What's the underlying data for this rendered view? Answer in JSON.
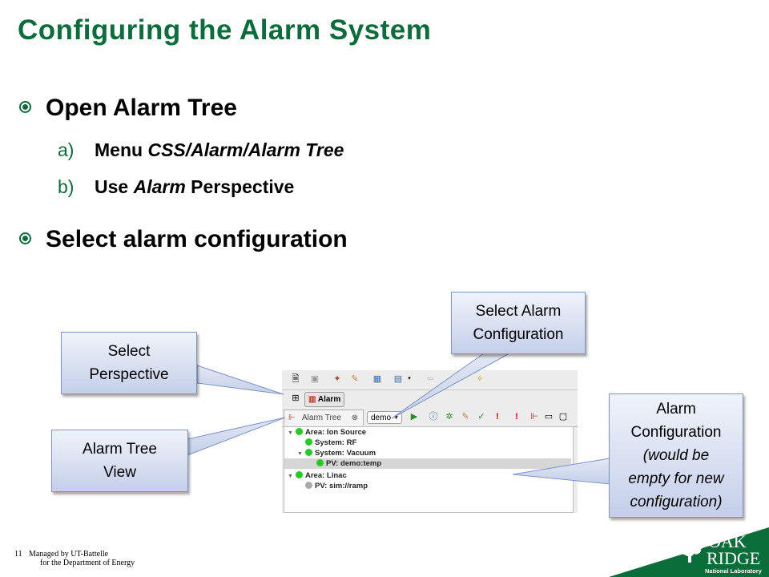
{
  "title": "Configuring the Alarm System",
  "bullets": [
    {
      "text": "Open Alarm Tree"
    },
    {
      "text": "Select alarm configuration"
    }
  ],
  "subitems": [
    {
      "marker": "a)",
      "prefix": "Menu ",
      "italic": "CSS/Alarm/Alarm Tree",
      "suffix": ""
    },
    {
      "marker": "b)",
      "prefix": "Use ",
      "italic": "Alarm",
      "suffix": " Perspective"
    }
  ],
  "callouts": {
    "select_perspective": [
      "Select",
      "Perspective"
    ],
    "alarm_tree_view": [
      "Alarm Tree",
      "View"
    ],
    "select_config": [
      "Select Alarm",
      "Configuration"
    ],
    "alarm_config": {
      "line1": "Alarm",
      "line2": "Configuration",
      "italic": [
        "(would be",
        "empty for new",
        "configuration)"
      ]
    }
  },
  "screenshot": {
    "perspective_tab": "Alarm",
    "view_tab": "Alarm Tree",
    "view_close": "⊗",
    "config_value": "demo",
    "tree": [
      {
        "label": "Area: Ion Source",
        "level": 0,
        "expanded": true,
        "status": "green"
      },
      {
        "label": "System: RF",
        "level": 1,
        "expanded": false,
        "status": "green"
      },
      {
        "label": "System: Vacuum",
        "level": 1,
        "expanded": true,
        "status": "green"
      },
      {
        "label": "PV: demo:temp",
        "level": 2,
        "expanded": false,
        "status": "green",
        "selected": true
      },
      {
        "label": "Area: Linac",
        "level": 0,
        "expanded": true,
        "status": "green"
      },
      {
        "label": "PV: sim://ramp",
        "level": 1,
        "expanded": false,
        "status": "gray"
      }
    ]
  },
  "footer": {
    "page": "11",
    "line1": "Managed by UT-Battelle",
    "line2": "for the Department of Energy"
  },
  "logo": {
    "word1": "OAK",
    "word2": "RIDGE",
    "tagline": "National Laboratory"
  },
  "colors": {
    "title_green": "#0a6e3a",
    "callout_border": "#7f94c7",
    "logo_green": "#0a6e3a"
  }
}
